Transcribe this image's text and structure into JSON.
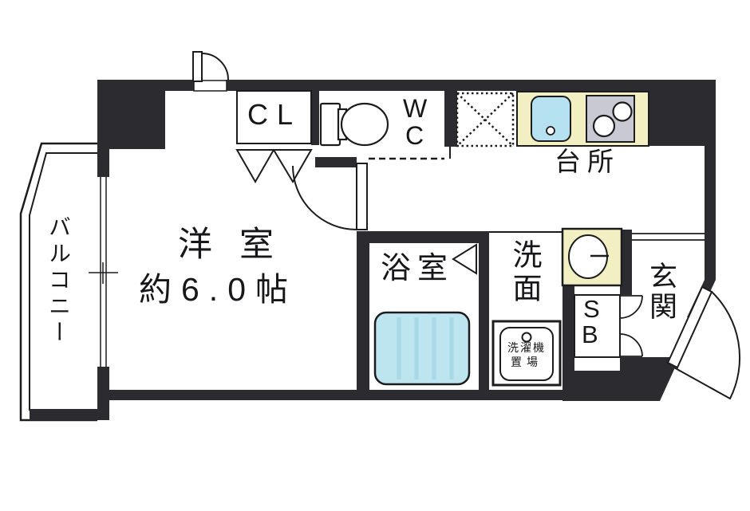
{
  "floorplan": {
    "balcony": {
      "label": "バルコニー"
    },
    "main_room": {
      "label": "洋室",
      "area_label": "約6.0帖"
    },
    "closet": {
      "label": "CL"
    },
    "toilet": {
      "line1": "W",
      "line2": "C"
    },
    "kitchen": {
      "label": "台所"
    },
    "bathroom": {
      "label": "浴室"
    },
    "washroom": {
      "label": "洗面"
    },
    "laundry": {
      "line1": "洗濯機",
      "line2": "置場"
    },
    "shoe_box": {
      "line1": "S",
      "line2": "B"
    },
    "entrance": {
      "label": "玄関"
    },
    "colors": {
      "wall": "#2c2c30",
      "line": "#1c1c1f",
      "counter": "#f2efc2",
      "sink_blue": "#b6e1f1",
      "bathtub_blue": "#bce5f0",
      "stove_gray": "#c9c9d3",
      "text": "#17171a"
    },
    "icons": [
      "toilet-icon",
      "kitchen-sink-icon",
      "stove-icon",
      "refrigerator-space-icon",
      "bathtub-icon",
      "washbasin-icon",
      "washing-machine-icon",
      "door-swing-icon",
      "sliding-window-icon",
      "folding-door-icon",
      "double-door-icon"
    ]
  }
}
